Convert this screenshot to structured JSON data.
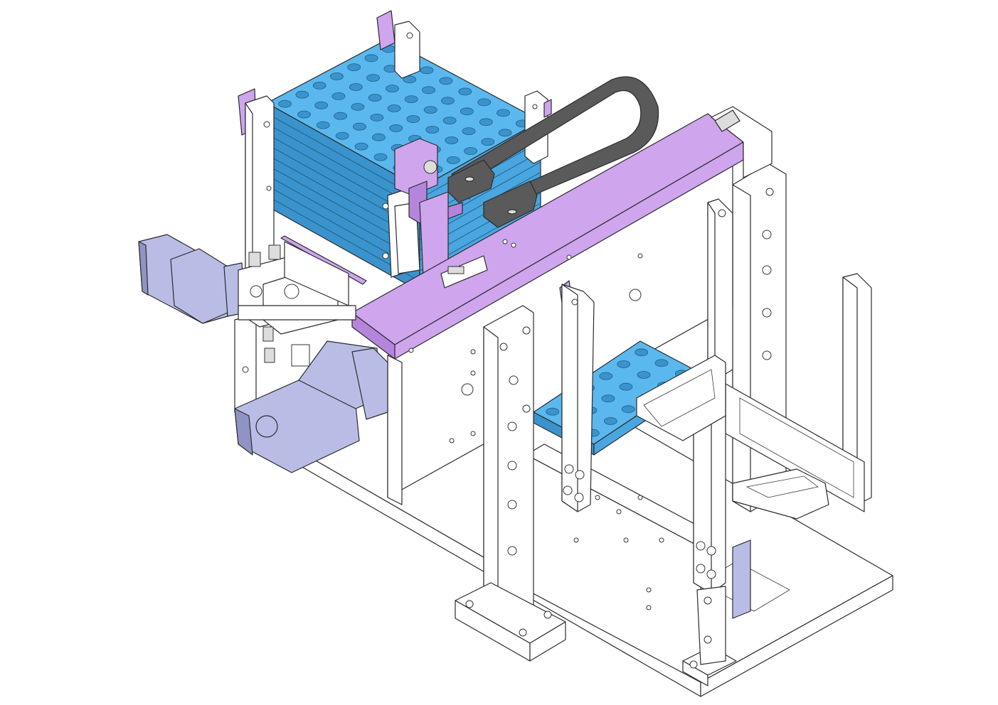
{
  "colors": {
    "background": "#ffffff",
    "frame": "#ffffff",
    "line": "#2b2b2b",
    "tray_blue": "#5bb8ee",
    "tray_blue_dark": "#3a93cc",
    "beam_purple": "#cfa5ee",
    "beam_purple_dark": "#b585dc",
    "motor_lavender": "#b9bde6",
    "motor_dark": "#8f94c4",
    "cable_chain": "#5a5a5a",
    "cable_chain_dark": "#3c3c3c"
  },
  "components": {
    "tray_stack": "tray-stack",
    "single_tray": "single-tray",
    "gantry_beam": "gantry-beam",
    "cable_chain": "cable-chain",
    "servo_motor_upper": "servo-motor",
    "servo_motor_lower": "servo-motor",
    "air_cylinder": "pneumatic-cylinder",
    "base_frame": "base-plate"
  }
}
